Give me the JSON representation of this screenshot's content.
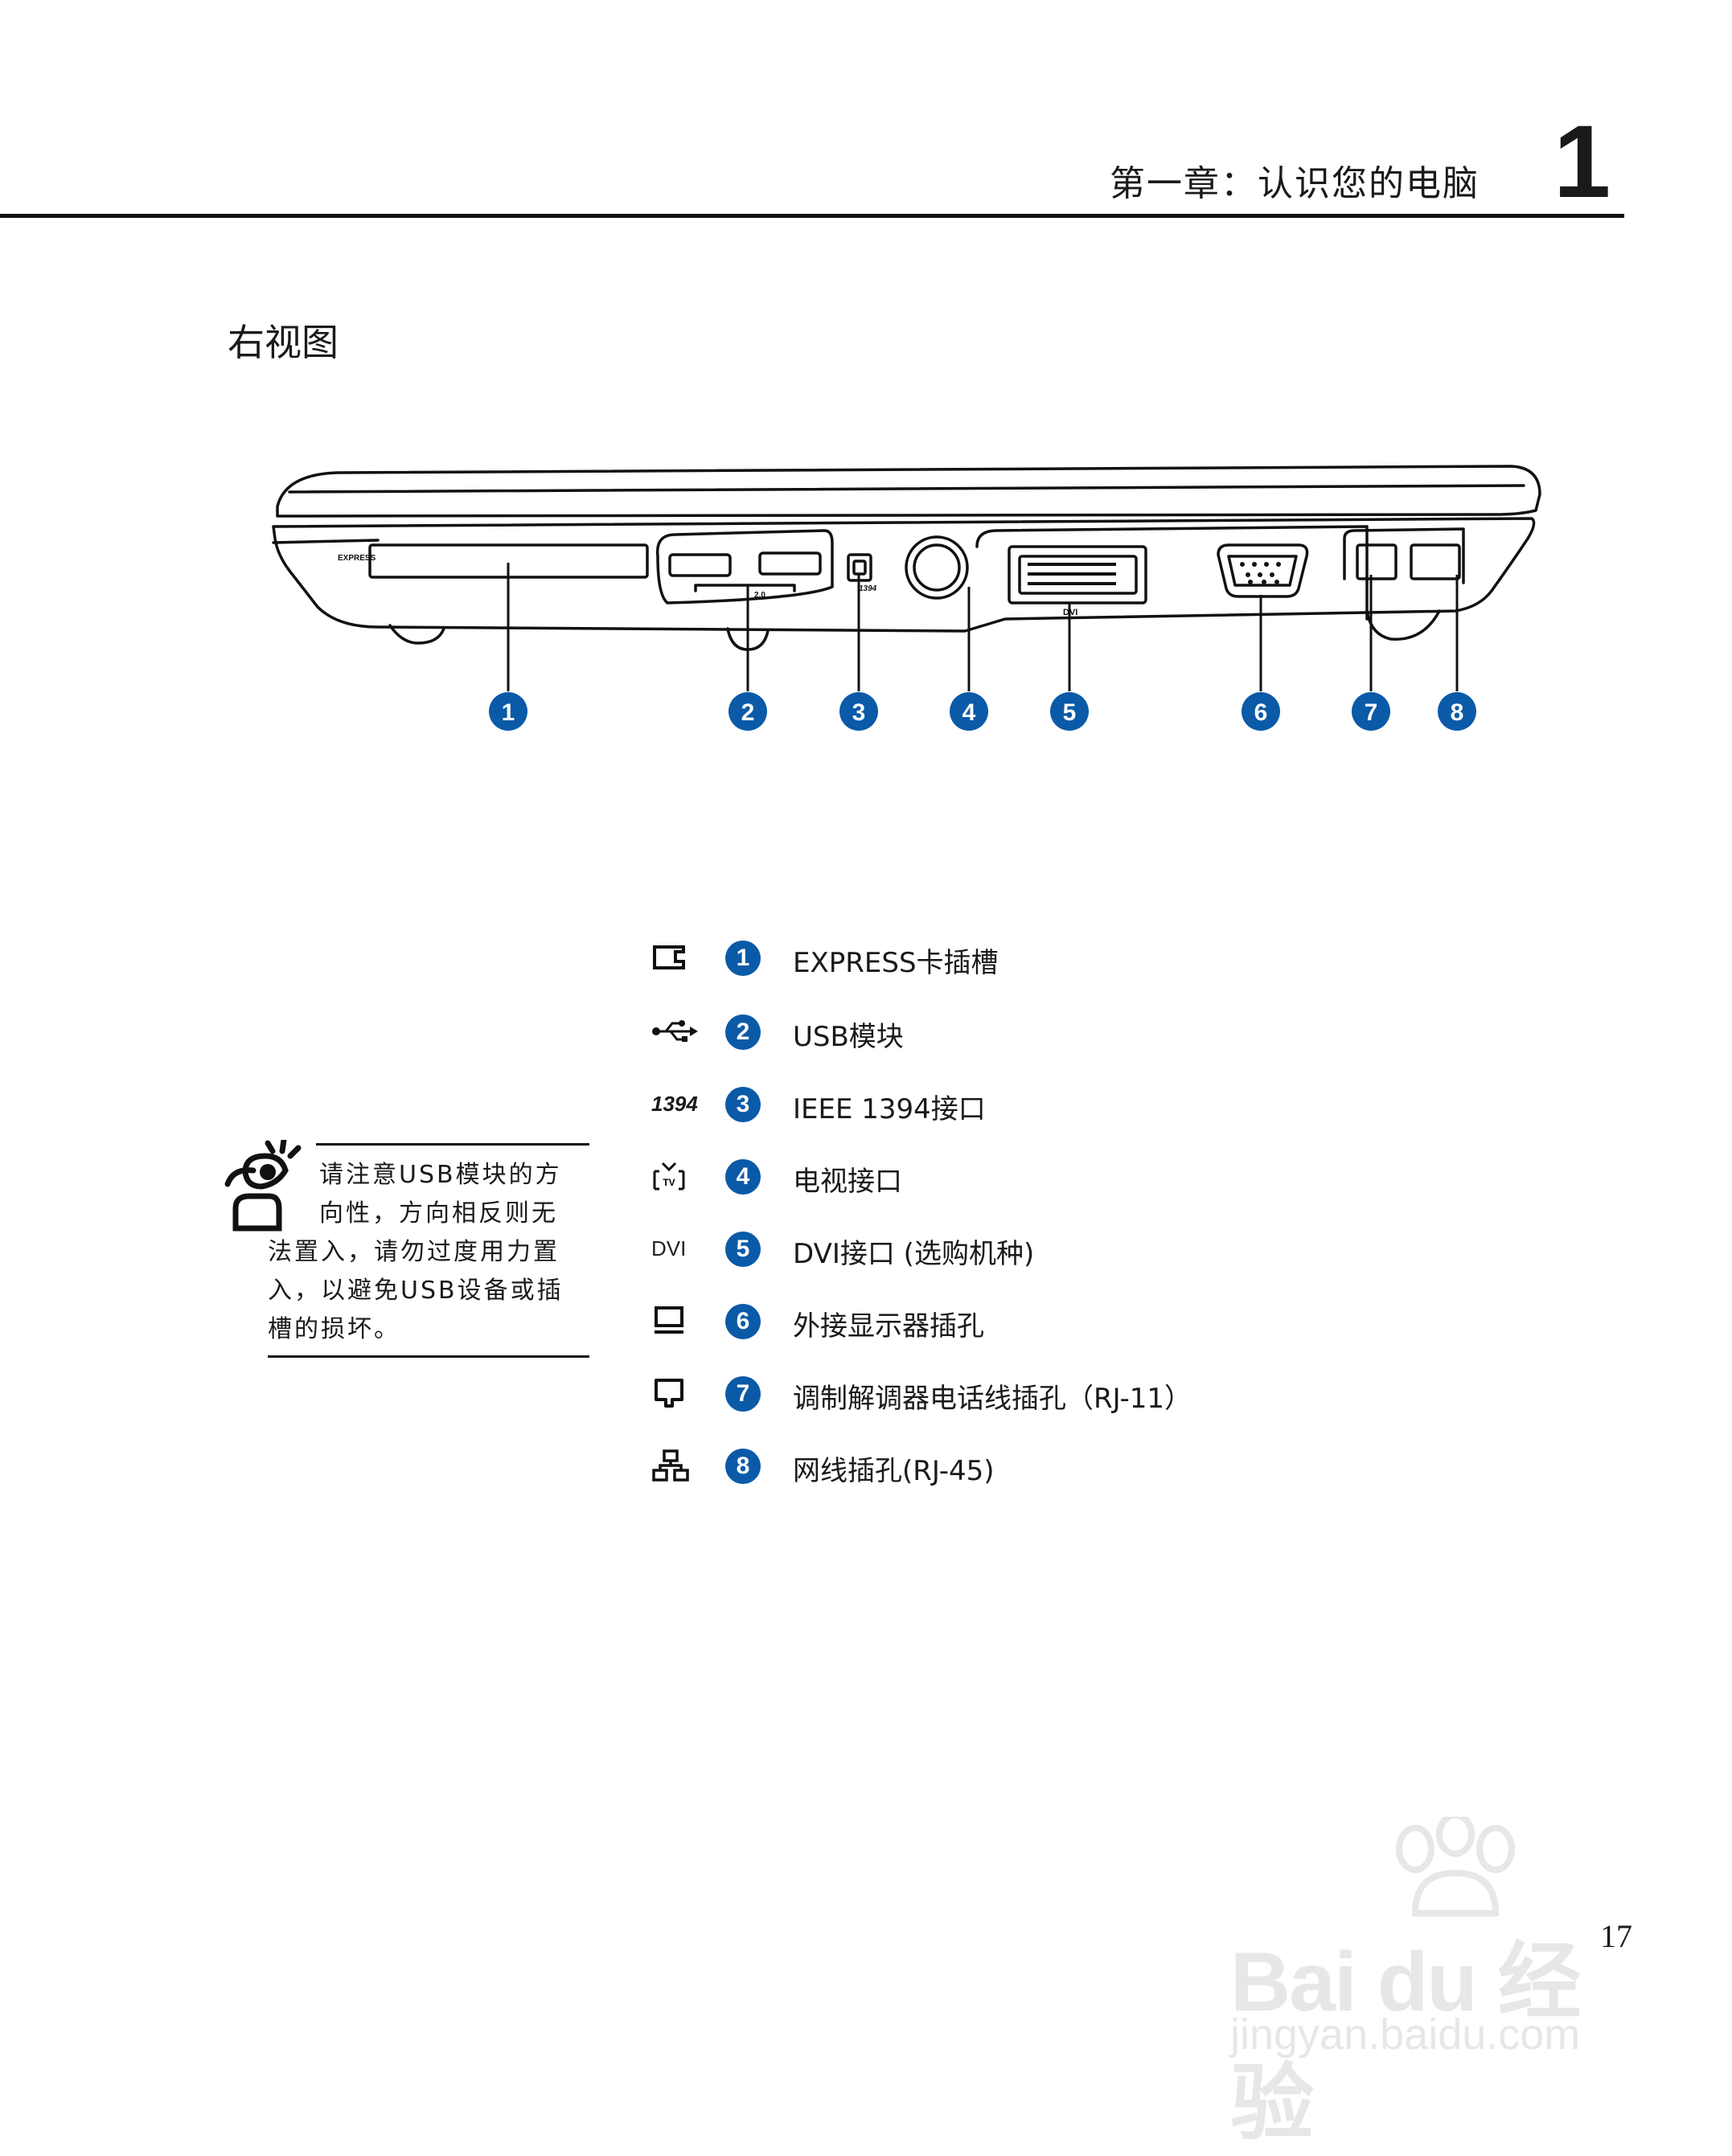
{
  "header": {
    "chapter_title": "第一章：认识您的电脑",
    "chapter_number": "1"
  },
  "section": {
    "title": "右视图"
  },
  "diagram": {
    "express_label": "EXPRESS",
    "usb_label": "2.0",
    "firewire_label": "1394",
    "dvi_label": "DVI",
    "callouts": [
      "1",
      "2",
      "3",
      "4",
      "5",
      "6",
      "7",
      "8"
    ]
  },
  "legend": {
    "items": [
      {
        "num": "1",
        "icon": "express-card-icon",
        "label": "EXPRESS卡插槽"
      },
      {
        "num": "2",
        "icon": "usb-icon",
        "label": "USB模块"
      },
      {
        "num": "3",
        "icon": "ieee1394-icon",
        "icon_text": "1394",
        "label": "IEEE 1394接口"
      },
      {
        "num": "4",
        "icon": "tv-icon",
        "label": "电视接口"
      },
      {
        "num": "5",
        "icon": "dvi-icon",
        "icon_text": "DVI",
        "label": "DVI接口 (选购机种)"
      },
      {
        "num": "6",
        "icon": "monitor-icon",
        "label": "外接显示器插孔"
      },
      {
        "num": "7",
        "icon": "modem-icon",
        "label": "调制解调器电话线插孔（RJ-11）"
      },
      {
        "num": "8",
        "icon": "network-icon",
        "label": "网线插孔(RJ-45)"
      }
    ]
  },
  "note": {
    "line1": "请注意USB模块的方",
    "line2": "向性，方向相反则无",
    "rest": "法置入，请勿过度用力置入，以避免USB设备或插槽的损坏。"
  },
  "page_number": "17",
  "watermark": {
    "brand": "Bai du 经验",
    "url": "jingyan.baidu.com"
  }
}
